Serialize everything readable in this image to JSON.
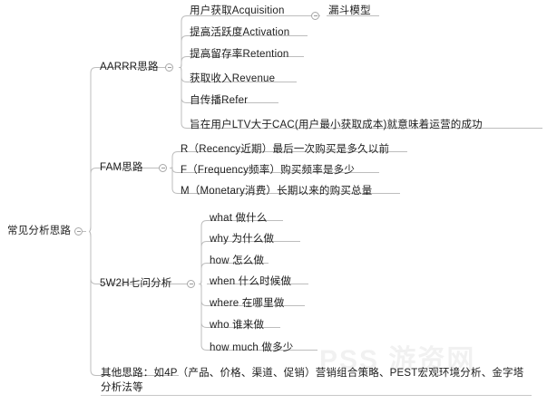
{
  "document": {
    "title": "常见分析思路 思维导图",
    "watermark": "PSS 游资网",
    "line_color": "#bdbdbd",
    "text_color": "#1d1d1d",
    "background": "#ffffff"
  },
  "root": {
    "label": "常见分析思路",
    "toggle": "collapse-toggle-icon",
    "expanded": true
  },
  "branches": [
    {
      "id": "aarrr",
      "label": "AARRR思路",
      "toggle": "collapse-toggle-icon",
      "children": [
        {
          "label": "用户获取Acquisition",
          "toggle": "collapse-toggle-icon",
          "children": [
            {
              "label": "漏斗模型"
            }
          ]
        },
        {
          "label": "提高活跃度Activation"
        },
        {
          "label": "提高留存率Retention"
        },
        {
          "label": "获取收入Revenue"
        },
        {
          "label": "自传播Refer"
        },
        {
          "label": "旨在用户LTV大于CAC(用户最小获取成本)就意味着运营的成功"
        }
      ]
    },
    {
      "id": "fam",
      "label": "FAM思路",
      "toggle": "collapse-toggle-icon",
      "children": [
        {
          "label": "R（Recency近期）最后一次购买是多久以前"
        },
        {
          "label": "F（Frequency频率）购买频率是多少"
        },
        {
          "label": "M（Monetary消费）长期以来的购买总量"
        }
      ]
    },
    {
      "id": "w5h2",
      "label": "5W2H七问分析",
      "toggle": "collapse-toggle-icon",
      "children": [
        {
          "label": "what 做什么"
        },
        {
          "label": "why 为什么做"
        },
        {
          "label": "how 怎么做"
        },
        {
          "label": "when 什么时候做"
        },
        {
          "label": "where 在哪里做"
        },
        {
          "label": "who 谁来做"
        },
        {
          "label": "how much 做多少"
        }
      ]
    },
    {
      "id": "other",
      "label": "其他思路：如4P（产品、价格、渠道、促销）营销组合策略、PEST宏观环境分析、金字塔分析法等",
      "toggle": null,
      "children": []
    }
  ]
}
